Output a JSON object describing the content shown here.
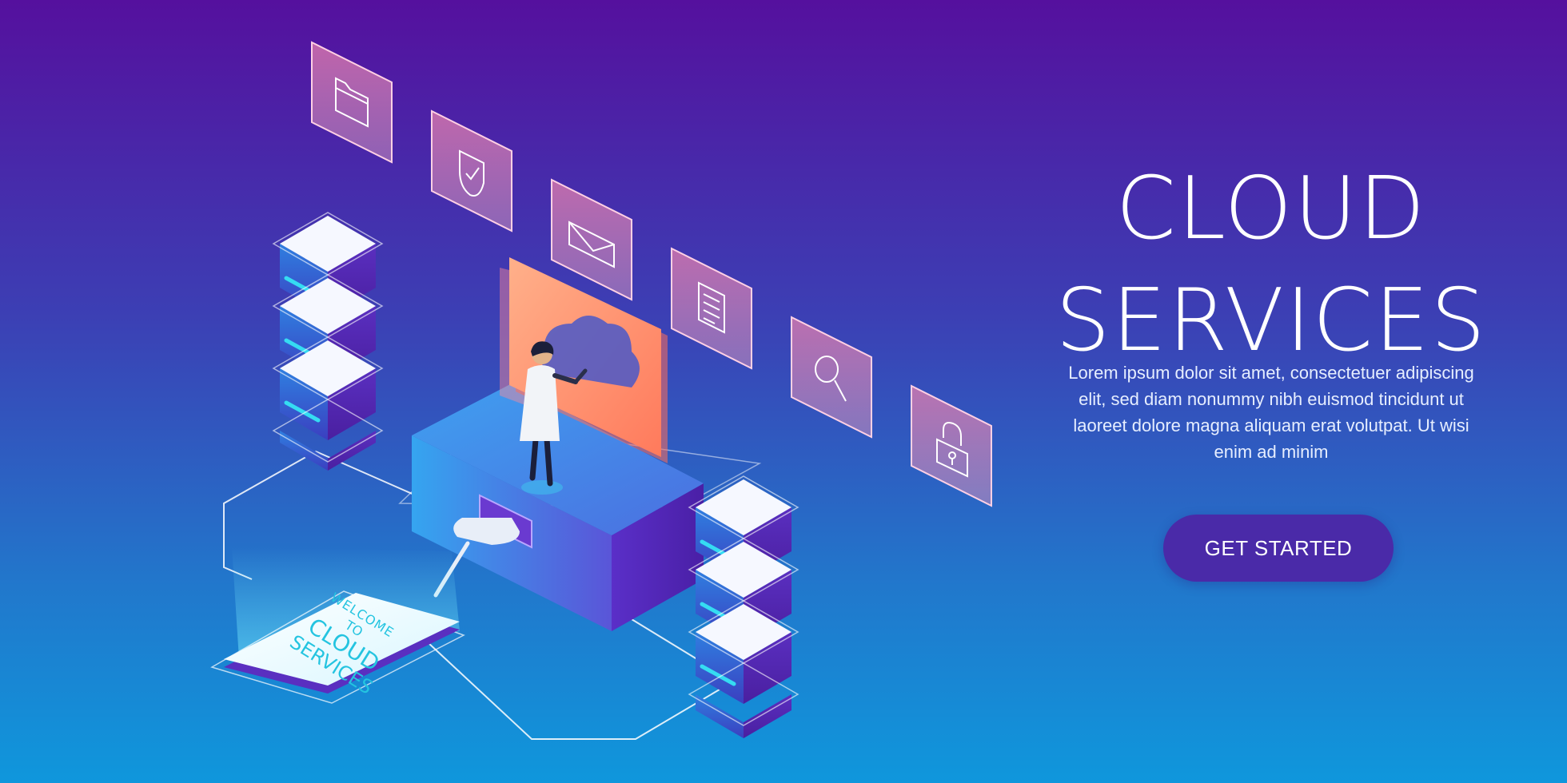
{
  "hero": {
    "title_line1": "CLOUD",
    "title_line2": "SERVICES",
    "body": "Lorem ipsum dolor sit amet, consectetuer adipiscing elit, sed diam nonummy nibh euismod tincidunt ut laoreet dolore magna aliquam erat volutpat. Ut wisi enim ad minim",
    "cta_label": "GET STARTED"
  },
  "tablet": {
    "line1": "WELCOME",
    "line2": "TO",
    "line3": "CLOUD",
    "line4": "SERVICES"
  },
  "icons": [
    "folder-icon",
    "shield-check-icon",
    "envelope-icon",
    "document-icon",
    "magnifier-icon",
    "padlock-icon"
  ],
  "colors": {
    "bg_top": "#55109e",
    "bg_bottom": "#0f97dc",
    "button": "#4a2aa8",
    "text": "#ffffff",
    "accent_cyan": "#35dcf2",
    "accent_orange": "#ff8a5a"
  }
}
